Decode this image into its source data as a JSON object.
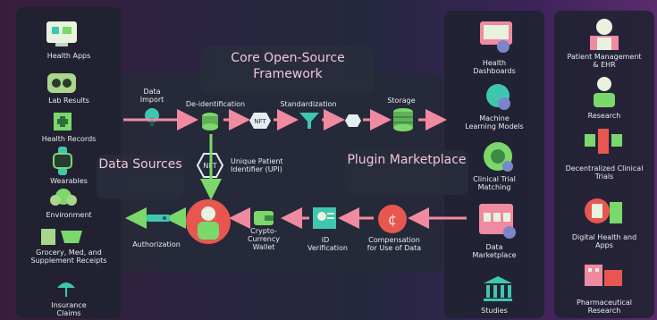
{
  "titles": {
    "core": "Core Open-Source\nFramework",
    "data_sources": "Data\nSources",
    "plugin": "Plugin\nMarketplace"
  },
  "sources": [
    "Health Apps",
    "Lab Results",
    "Health Records",
    "Wearables",
    "Environment",
    "Grocery, Med, and\nSupplement Receipts",
    "Insurance\nClaims"
  ],
  "pipeline": {
    "data_import": "Data\nImport",
    "deid": "De-identification",
    "standardization": "Standardization",
    "storage": "Storage",
    "upi": "Unique Patient\nIdentifier (UPI)",
    "authorization": "Authorization",
    "wallet": "Crypto-\nCurrency\nWallet",
    "id_verification": "ID\nVerification",
    "compensation": "Compensation\nfor Use of Data",
    "nft": "NFT"
  },
  "plugins": [
    "Health\nDashboards",
    "Machine\nLearning Models",
    "Clinical Trial\nMatching",
    "Data\nMarketplace",
    "Studies"
  ],
  "applications": [
    "Patient Management\n& EHR",
    "Research",
    "Decentralized Clinical\nTrials",
    "Digital Health and\nApps",
    "Pharmaceutical\nResearch"
  ],
  "colors": {
    "teal": "#3fc6b0",
    "pink": "#f08aa0",
    "green": "#7bd86a",
    "red": "#e8574f"
  }
}
